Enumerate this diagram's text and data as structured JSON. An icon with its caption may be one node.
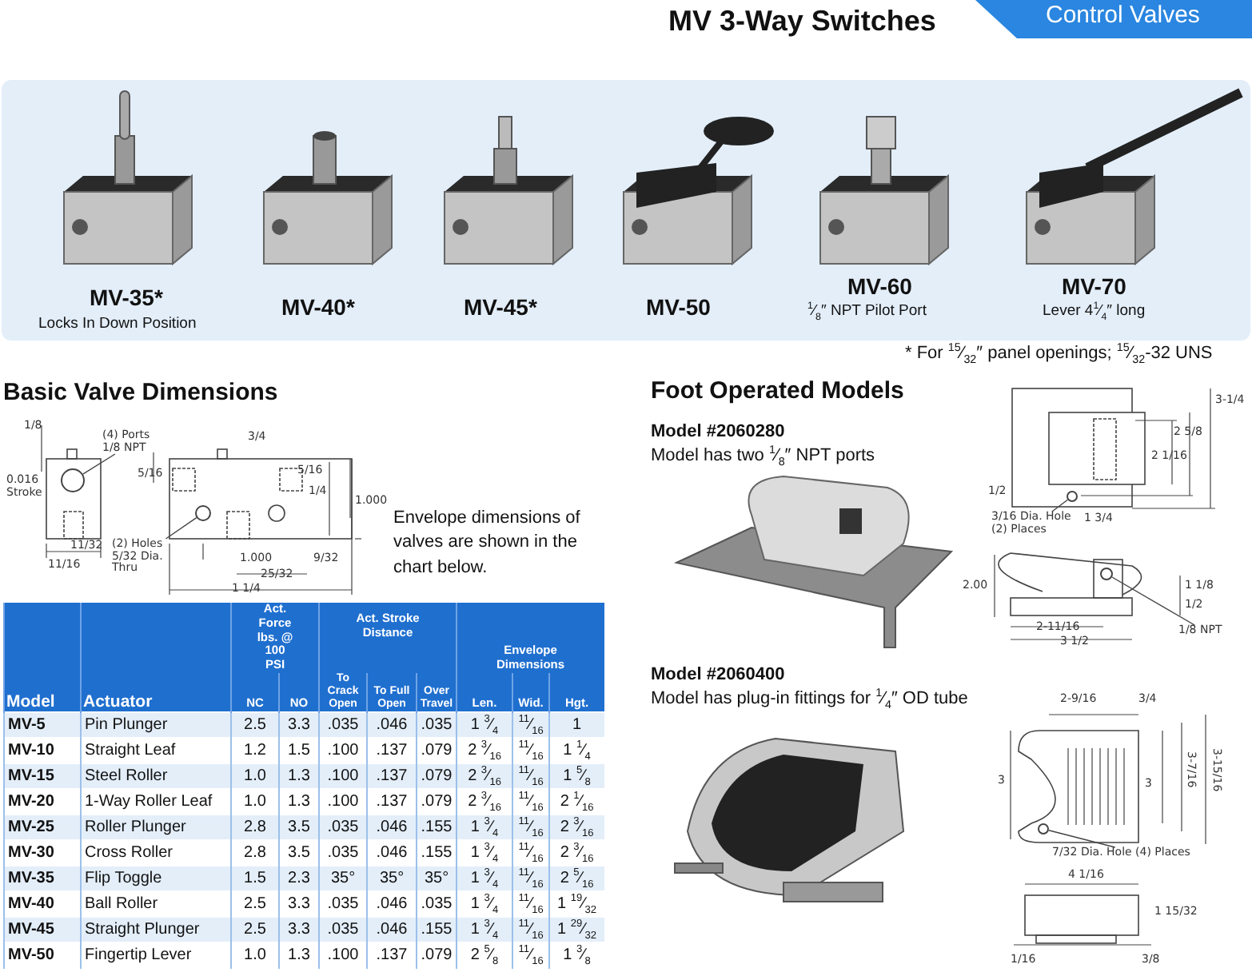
{
  "diagram": {
    "title": "MV 3-Way Switches",
    "nodes": [
      {
        "text": [
          "(4) Ports 1/8 NPT"
        ]
      },
      {
        "text": [],
        "shape": "circle"
      },
      {
        "text": [
          "(2) Holes 5/32 Dia. Thru"
        ]
      },
      {
        "text": [],
        "shape": "circle"
      },
      {
        "text": [
          "3/16 Dia. Hole (2) Places"
        ]
      },
      {
        "text": [],
        "shape": "circle"
      },
      {
        "text": [
          "1/8 NPT"
        ]
      },
      {
        "text": [],
        "shape": "circle"
      },
      {
        "text": [
          "7/32 Dia. Hole (4) Places"
        ]
      },
      {
        "text": [],
        "shape": "circle"
      }
    ],
    "edges": [
      {
        "from": 0,
        "to": 1,
        "arrow": "none"
      },
      {
        "from": 2,
        "to": 3,
        "arrow": "none"
      },
      {
        "from": 4,
        "to": 5,
        "arrow": "none"
      },
      {
        "from": 6,
        "to": 7,
        "arrow": "none"
      },
      {
        "from": 8,
        "to": 9,
        "arrow": "none"
      }
    ],
    "labels": [
      "Control Valves",
      "MV-35*",
      "Locks In Down Position",
      "MV-40*",
      "MV-45*",
      "MV-50",
      "MV-60",
      "$^{1}$⁄$_{8}$″ NPT Pilot Port",
      "MV-70",
      "Lever 4$^{1}$⁄$_{4}$″ long",
      "* For  $^{15}$⁄$_{32}$″ panel openings;  $^{15}$⁄$_{32}$-32 UNS",
      "Basic Valve Dimensions",
      "1/8",
      "0.016 Stroke",
      "5/16",
      "3/4",
      "5/16",
      "1/4",
      "1.000",
      "11/32",
      "11/16",
      "1.000",
      "9/32",
      "25/32",
      "1 1/4",
      "Envelope dimensions of valves are shown in the chart below.",
      "Model",
      "Actuator",
      "Act. Force lbs. @ 100 PSI",
      "Act. Stroke Distance",
      "Envelope Dimensions",
      "NC",
      "NO",
      "To Crack Open",
      "To Full Open",
      "Over Travel",
      "Len.",
      "Wid.",
      "Hgt.",
      "MV-5",
      "Pin Plunger",
      "2.5",
      "3.3",
      ".035",
      ".046",
      ".035",
      "1 $^{3}$⁄$_{4}$",
      "$^{11}$⁄$_{16}$",
      "1",
      "MV-10",
      "Straight Leaf",
      "1.2",
      "1.5",
      ".100",
      ".137",
      ".079",
      "2 $^{3}$⁄$_{16}$",
      "$^{11}$⁄$_{16}$",
      "1 $^{1}$⁄$_{4}$",
      "MV-15",
      "Steel Roller",
      "1.0",
      "1.3",
      ".100",
      ".137",
      ".079",
      "2 $^{3}$⁄$_{16}$",
      "$^{11}$⁄$_{16}$",
      "1 $^{5}$⁄$_{8}$",
      "MV-20",
      "1-Way Roller Leaf",
      "1.0",
      "1.3",
      ".100",
      ".137",
      ".079",
      "2 $^{3}$⁄$_{16}$",
      "$^{11}$⁄$_{16}$",
      "2 $^{1}$⁄$_{16}$",
      "MV-25",
      "Roller Plunger",
      "2.8",
      "3.5",
      ".035",
      ".046",
      ".155",
      "1 $^{3}$⁄$_{4}$",
      "$^{11}$⁄$_{16}$",
      "2 $^{3}$⁄$_{16}$",
      "MV-30",
      "Cross Roller",
      "2.8",
      "3.5",
      ".035",
      ".046",
      ".155",
      "1 $^{3}$⁄$_{4}$",
      "$^{11}$⁄$_{16}$",
      "2 $^{3}$⁄$_{16}$",
      "MV-35",
      "Flip Toggle",
      "1.5",
      "2.3",
      "35°",
      "35°",
      "35°",
      "1 $^{3}$⁄$_{4}$",
      "$^{11}$⁄$_{16}$",
      "2 $^{5}$⁄$_{16}$",
      "MV-40",
      "Ball Roller",
      "2.5",
      "3.3",
      ".035",
      ".046",
      ".035",
      "1 $^{3}$⁄$_{4}$",
      "$^{11}$⁄$_{16}$",
      "1 $^{19}$⁄$_{32}$",
      "MV-45",
      "Straight Plunger",
      "2.5",
      "3.3",
      ".035",
      ".046",
      ".155",
      "1 $^{3}$⁄$_{4}$",
      "$^{11}$⁄$_{16}$",
      "1 $^{29}$⁄$_{32}$",
      "MV-50",
      "Fingertip Lever",
      "1.0",
      "1.3",
      ".100",
      ".137",
      ".079",
      "2 $^{5}$⁄$_{8}$",
      "$^{11}$⁄$_{16}$",
      "1 $^{3}$⁄$_{8}$",
      "Foot Operated Models",
      "Model #2060280",
      "Model has two $^{1}$⁄$_{8}$″ NPT ports",
      "3-1/4",
      "2 5/8",
      "2 1/16",
      "1/2",
      "1 3/4",
      "2.00",
      "1 1/8",
      "1/2",
      "2-11/16",
      "3 1/2",
      "Model #2060400",
      "Model has plug-in fittings for $^{1}$⁄$_{4}$″ OD tube",
      "2-9/16",
      "3/4",
      "3",
      "3",
      "3-7/16",
      "3-15/16",
      "4 1/16",
      "1 15/32",
      "1/16",
      "3/8"
    ]
  }
}
